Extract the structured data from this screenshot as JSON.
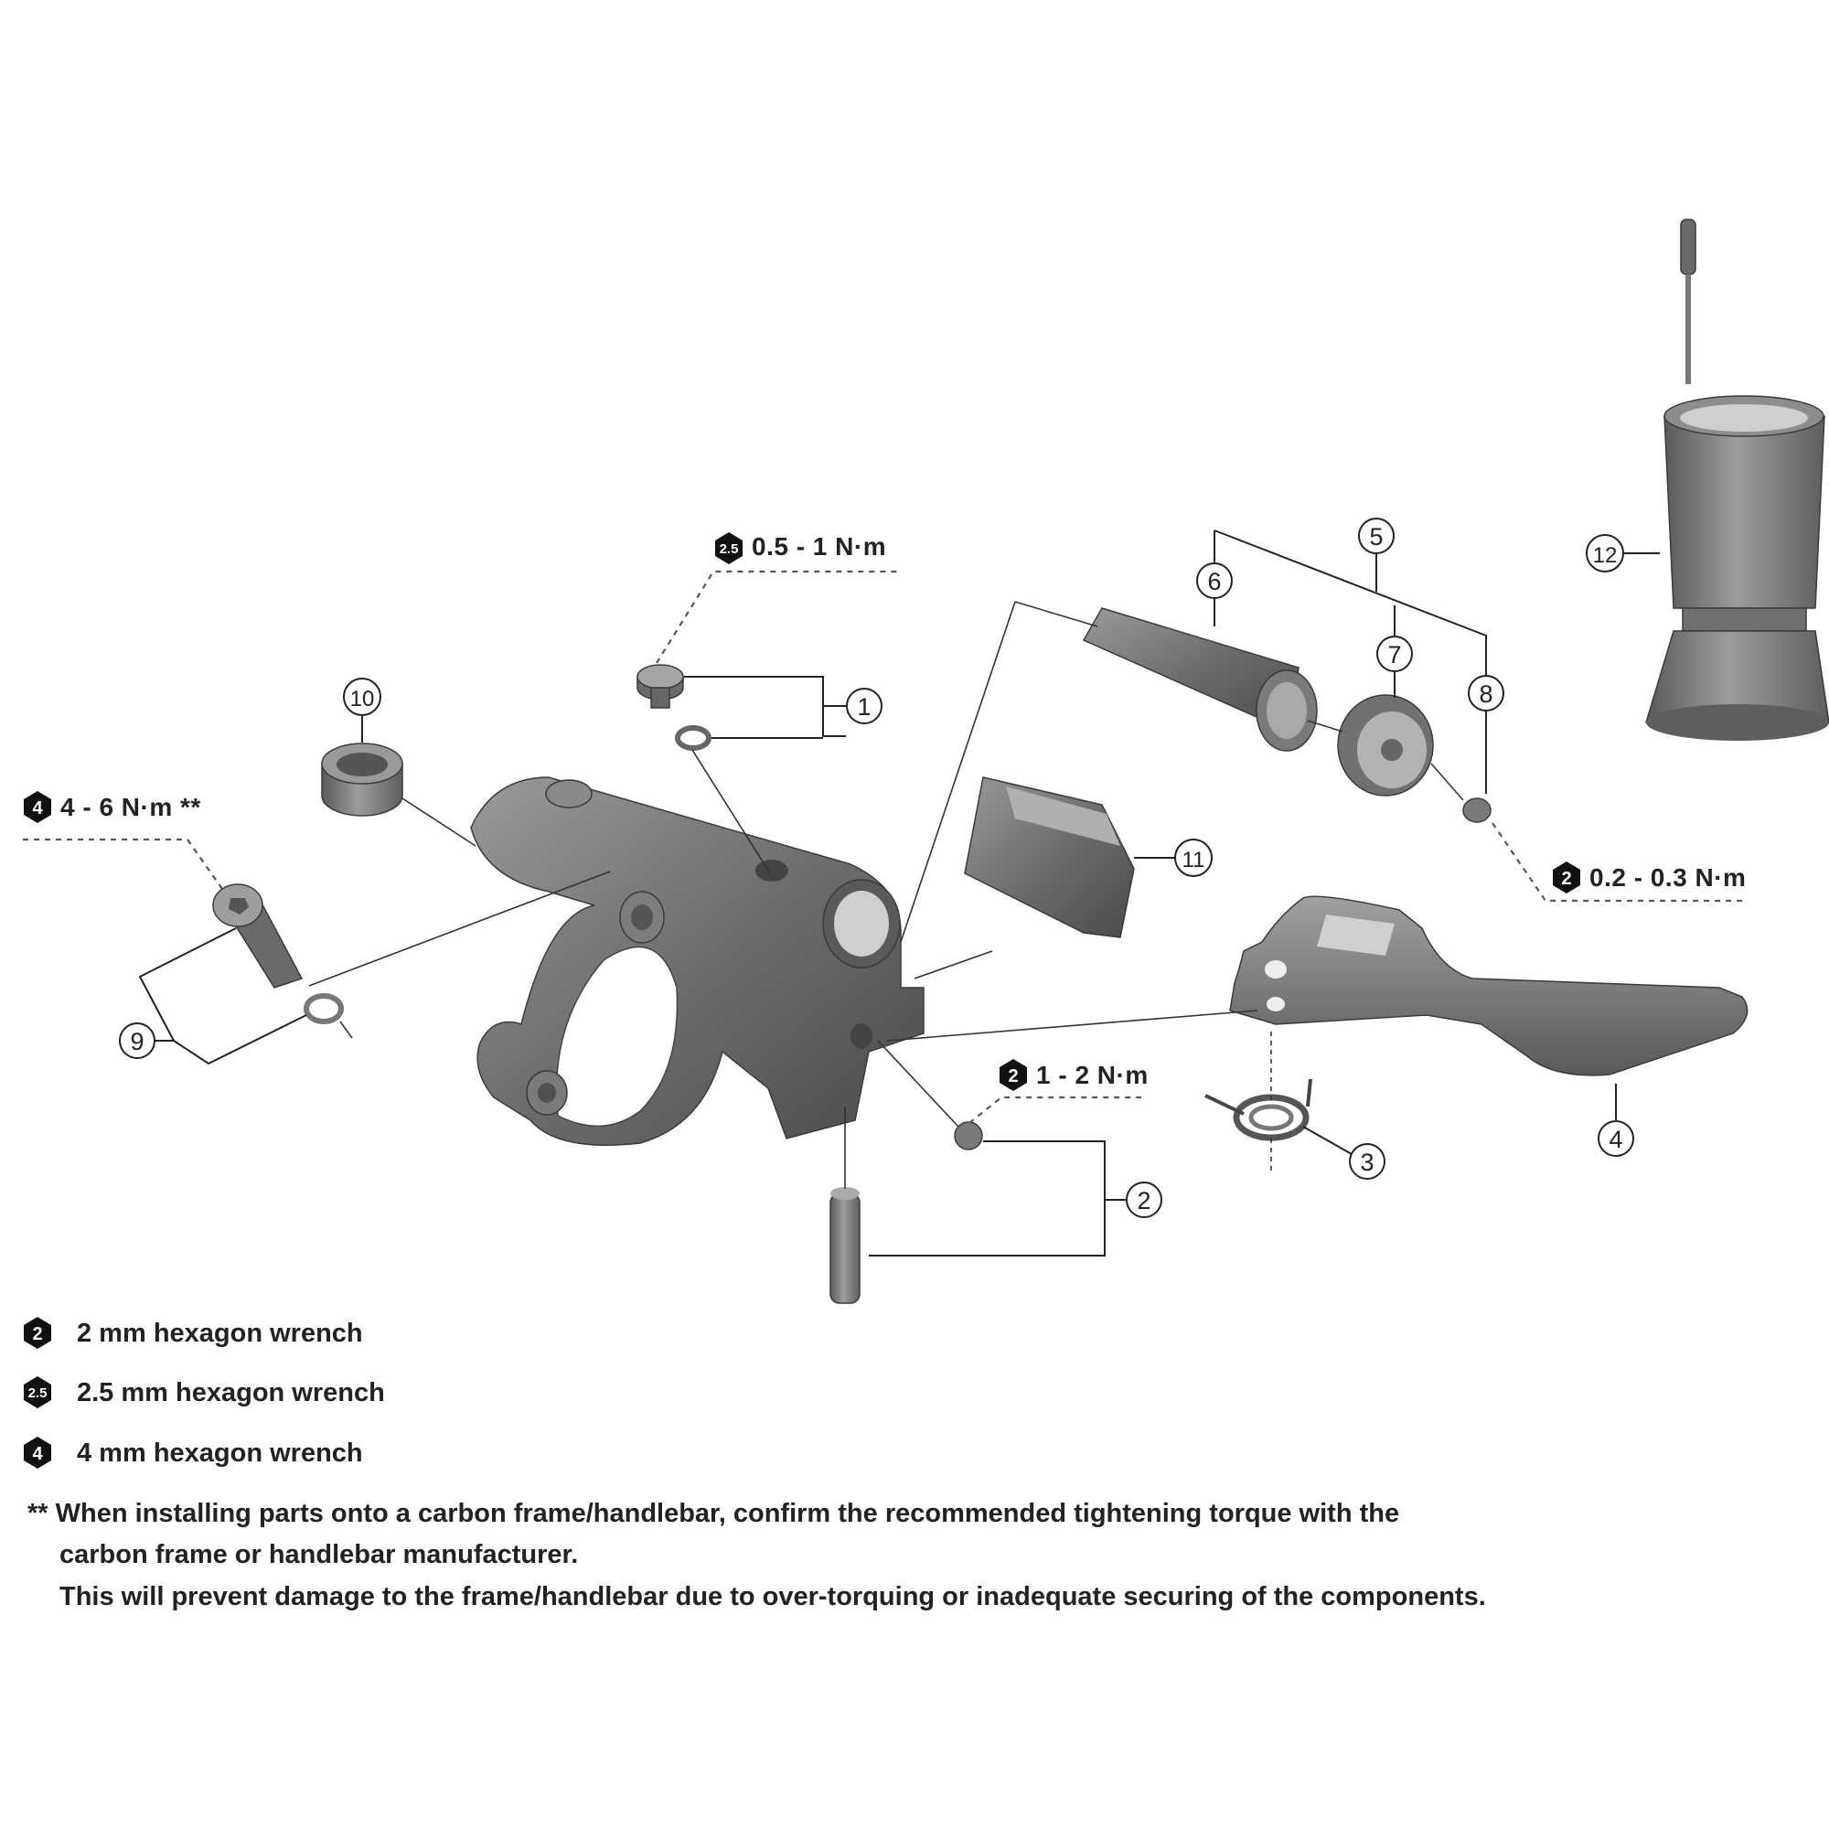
{
  "callouts": {
    "c1": "1",
    "c2": "2",
    "c3": "3",
    "c4": "4",
    "c5": "5",
    "c6": "6",
    "c7": "7",
    "c8": "8",
    "c9": "9",
    "c10": "10",
    "c11": "11",
    "c12": "12"
  },
  "torques": {
    "t_top": {
      "tool": "2.5",
      "value": "0.5 - 1 N·m"
    },
    "t_bolt": {
      "tool": "4",
      "value": "4 - 6 N·m **"
    },
    "t_right": {
      "tool": "2",
      "value": "0.2 - 0.3 N·m"
    },
    "t_mid": {
      "tool": "2",
      "value": "1 - 2 N·m"
    }
  },
  "legend": [
    {
      "tool": "2",
      "label": "2 mm hexagon wrench"
    },
    {
      "tool": "2.5",
      "label": "2.5 mm hexagon wrench"
    },
    {
      "tool": "4",
      "label": "4 mm hexagon wrench"
    }
  ],
  "note": {
    "line1": "** When installing parts onto a carbon frame/handlebar, confirm the recommended tightening torque with the",
    "line2": "carbon frame or handlebar manufacturer.",
    "line3": "This will prevent damage to the frame/handlebar due to over-torquing or inadequate securing of the components."
  }
}
